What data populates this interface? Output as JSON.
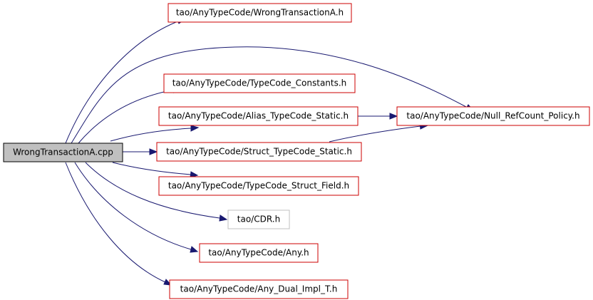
{
  "graph": {
    "root": {
      "id": "root",
      "label": "WrongTransactionA.cpp"
    },
    "nodes": [
      {
        "id": "wrongtx",
        "label": "tao/AnyTypeCode/WrongTransactionA.h",
        "style": "red"
      },
      {
        "id": "tcconst",
        "label": "tao/AnyTypeCode/TypeCode_Constants.h",
        "style": "red"
      },
      {
        "id": "alias",
        "label": "tao/AnyTypeCode/Alias_TypeCode_Static.h",
        "style": "red"
      },
      {
        "id": "nullref",
        "label": "tao/AnyTypeCode/Null_RefCount_Policy.h",
        "style": "red"
      },
      {
        "id": "struct",
        "label": "tao/AnyTypeCode/Struct_TypeCode_Static.h",
        "style": "red"
      },
      {
        "id": "field",
        "label": "tao/AnyTypeCode/TypeCode_Struct_Field.h",
        "style": "red"
      },
      {
        "id": "cdr",
        "label": "tao/CDR.h",
        "style": "plain"
      },
      {
        "id": "any",
        "label": "tao/AnyTypeCode/Any.h",
        "style": "red"
      },
      {
        "id": "dual",
        "label": "tao/AnyTypeCode/Any_Dual_Impl_T.h",
        "style": "red"
      }
    ],
    "edges": [
      {
        "from": "root",
        "to": "wrongtx"
      },
      {
        "from": "root",
        "to": "nullref"
      },
      {
        "from": "root",
        "to": "tcconst"
      },
      {
        "from": "root",
        "to": "alias"
      },
      {
        "from": "root",
        "to": "struct"
      },
      {
        "from": "root",
        "to": "field"
      },
      {
        "from": "root",
        "to": "cdr"
      },
      {
        "from": "root",
        "to": "any"
      },
      {
        "from": "root",
        "to": "dual"
      },
      {
        "from": "alias",
        "to": "nullref"
      },
      {
        "from": "struct",
        "to": "nullref"
      }
    ],
    "colors": {
      "edge": "#191970",
      "node_border": "#cc0000",
      "root_fill": "#c0c0c0"
    }
  }
}
